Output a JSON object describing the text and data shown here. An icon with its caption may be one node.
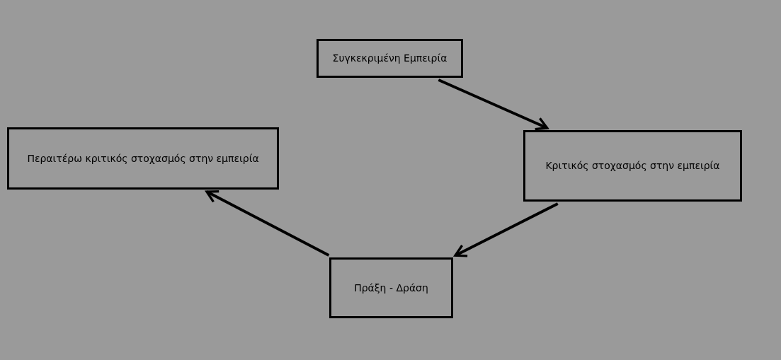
{
  "diagram": {
    "nodes": [
      {
        "text": [
          "Συγκεκριμένη Εμπειρία"
        ]
      },
      {
        "text": [
          "Κριτικός στοχασμός στην εμπειρία"
        ]
      },
      {
        "text": [
          "Πράξη - Δράση"
        ]
      },
      {
        "text": [
          "Περαιτέρω κριτικός στοχασμός στην εμπειρία"
        ]
      }
    ],
    "edges": [
      {
        "from": 0,
        "to": 1,
        "arrow": "to"
      },
      {
        "from": 1,
        "to": 2,
        "arrow": "to"
      },
      {
        "from": 2,
        "to": 3,
        "arrow": "to"
      }
    ]
  }
}
